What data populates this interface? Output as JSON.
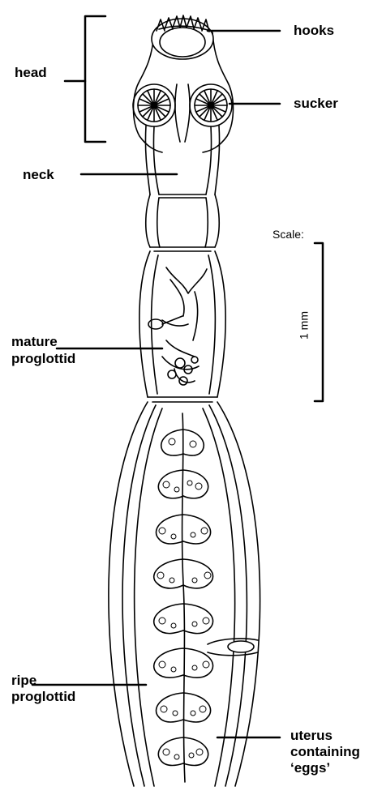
{
  "labels": {
    "head": "head",
    "hooks": "hooks",
    "sucker": "sucker",
    "neck": "neck",
    "mature_line1": "mature",
    "mature_line2": "proglottid",
    "ripe_line1": "ripe",
    "ripe_line2": "proglottid",
    "uterus_line1": "uterus",
    "uterus_line2": "containing",
    "uterus_line3": "‘eggs’"
  },
  "scale": {
    "title": "Scale:",
    "length": "1 mm"
  }
}
